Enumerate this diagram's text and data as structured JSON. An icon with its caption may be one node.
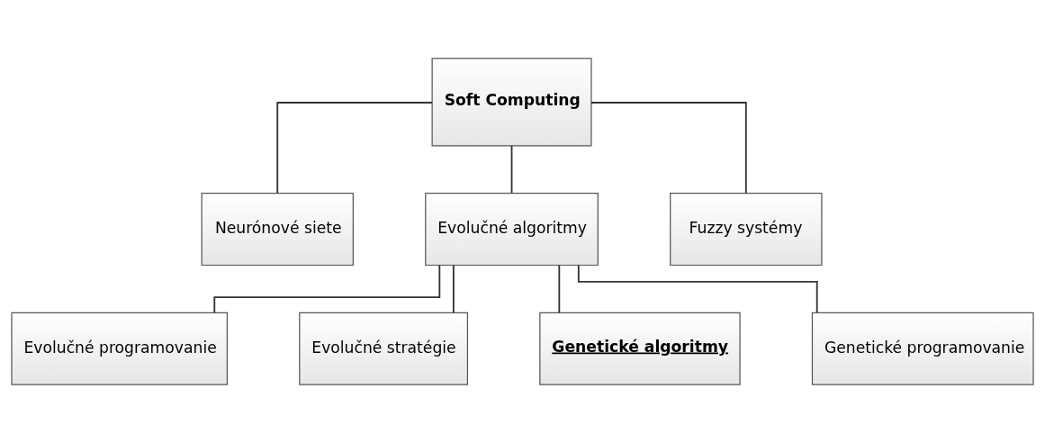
{
  "diagram": {
    "nodes": [
      {
        "text": [
          "Soft Computing"
        ]
      },
      {
        "text": [
          "Neurónové siete"
        ]
      },
      {
        "text": [
          "Evolučné algoritmy"
        ]
      },
      {
        "text": [
          "Fuzzy systémy"
        ]
      },
      {
        "text": [
          "Evolučné programovanie"
        ]
      },
      {
        "text": [
          "Evolučné stratégie"
        ]
      },
      {
        "text": [
          "Genetické algoritmy"
        ]
      },
      {
        "text": [
          "Genetické programovanie"
        ]
      }
    ],
    "edges": [
      {
        "from": 0,
        "to": 1,
        "arrow": "none"
      },
      {
        "from": 0,
        "to": 2,
        "arrow": "none"
      },
      {
        "from": 0,
        "to": 3,
        "arrow": "none"
      },
      {
        "from": 2,
        "to": 4,
        "arrow": "none"
      },
      {
        "from": 2,
        "to": 5,
        "arrow": "none"
      },
      {
        "from": 2,
        "to": 6,
        "arrow": "none"
      },
      {
        "from": 2,
        "to": 7,
        "arrow": "none"
      }
    ]
  }
}
